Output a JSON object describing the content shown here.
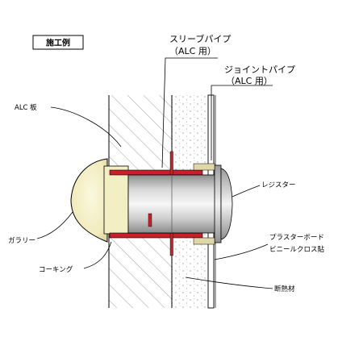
{
  "title": "施工例",
  "labels": {
    "sleeve_pipe": "スリーブパイプ",
    "sleeve_pipe_note": "（ALC 用）",
    "joint_pipe": "ジョイントパイプ",
    "joint_pipe_note": "（ALC 用）",
    "alc_board": "ALC 板",
    "register": "レジスター",
    "gallery": "ガラリー",
    "plaster_board": "プラスターボード",
    "vinyl_cloth": "ビニールクロス貼",
    "caulking": "コーキング",
    "insulation": "断熱材"
  },
  "colors": {
    "pipe_red": "#c8202a",
    "gallery_cream": "#f3eec4",
    "wall_gray": "#e9e9e9"
  }
}
